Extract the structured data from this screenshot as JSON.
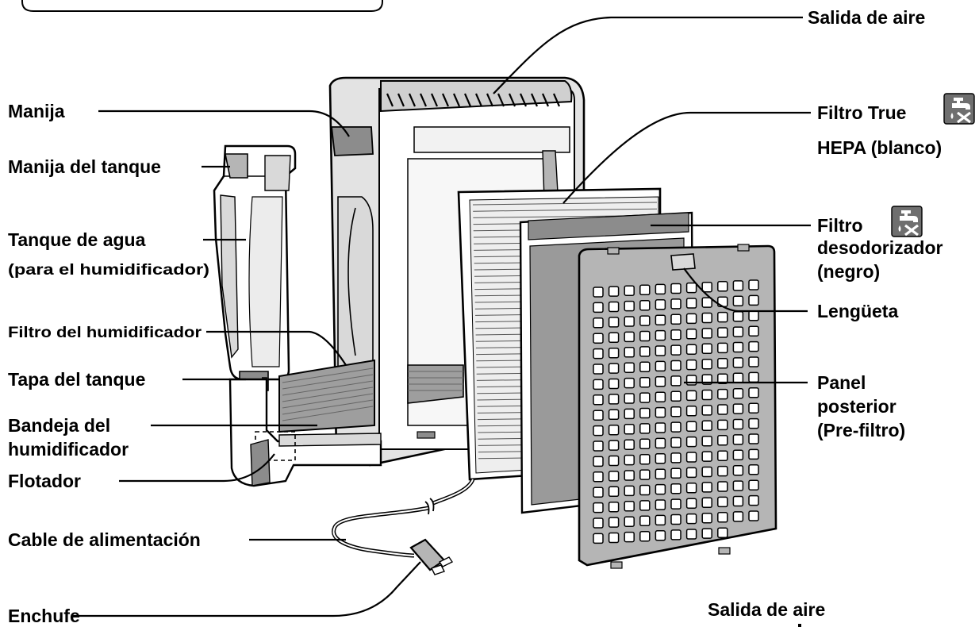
{
  "labels": {
    "salida_aire": "Salida de aire",
    "manija": "Manija",
    "manija_tanque": "Manija del tanque",
    "tanque_agua": "Tanque de agua",
    "tanque_agua_sub": "(para el humidificador)",
    "filtro_humidificador": "Filtro del humidificador",
    "tapa_tanque": "Tapa del tanque",
    "bandeja_1": "Bandeja del",
    "bandeja_2": "humidificador",
    "flotador": "Flotador",
    "cable": "Cable de alimentación",
    "enchufe": "Enchufe",
    "hepa_1": "Filtro True",
    "hepa_2": "HEPA (blanco)",
    "desod_1": "Filtro",
    "desod_2": "desodorizador",
    "desod_3": "(negro)",
    "lengueta": "Lengüeta",
    "panel_1": "Panel",
    "panel_2": "posterior",
    "panel_3": "(Pre-filtro)",
    "salida_aire_bottom": "Salida de aire"
  },
  "icons": [
    "no-water-icon",
    "no-water-icon"
  ],
  "colors": {
    "ink": "#000000",
    "body": "#ffffff",
    "shade_light": "#d9d9d9",
    "shade_mid": "#b5b5b5",
    "shade_dark": "#8c8c8c"
  }
}
